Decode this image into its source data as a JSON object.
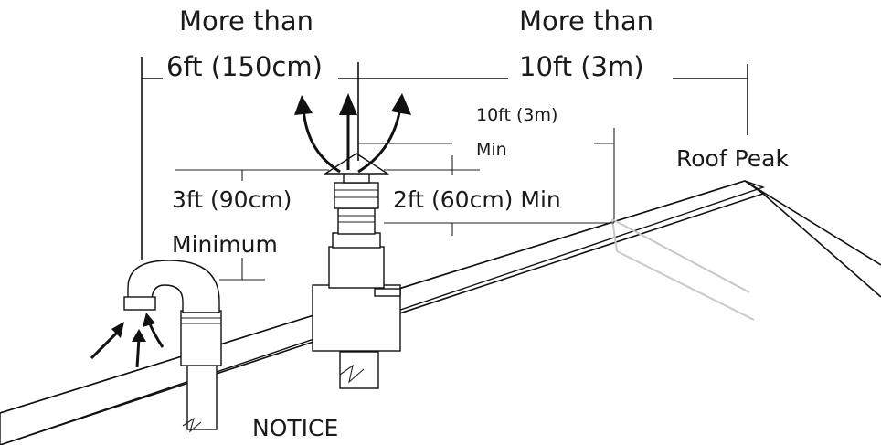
{
  "labels": {
    "more_than_left": "More than",
    "dist_left": "6ft (150cm)",
    "more_than_right": "More than",
    "dist_right": "10ft (3m)",
    "horiz_min_value": "10ft (3m)",
    "horiz_min_suffix": "Min",
    "roof_peak": "Roof Peak",
    "vert_min_value": "3ft (90cm)",
    "vert_min_suffix": "Minimum",
    "cap_height": "2ft (60cm) Min",
    "notice": "NOTICE"
  }
}
